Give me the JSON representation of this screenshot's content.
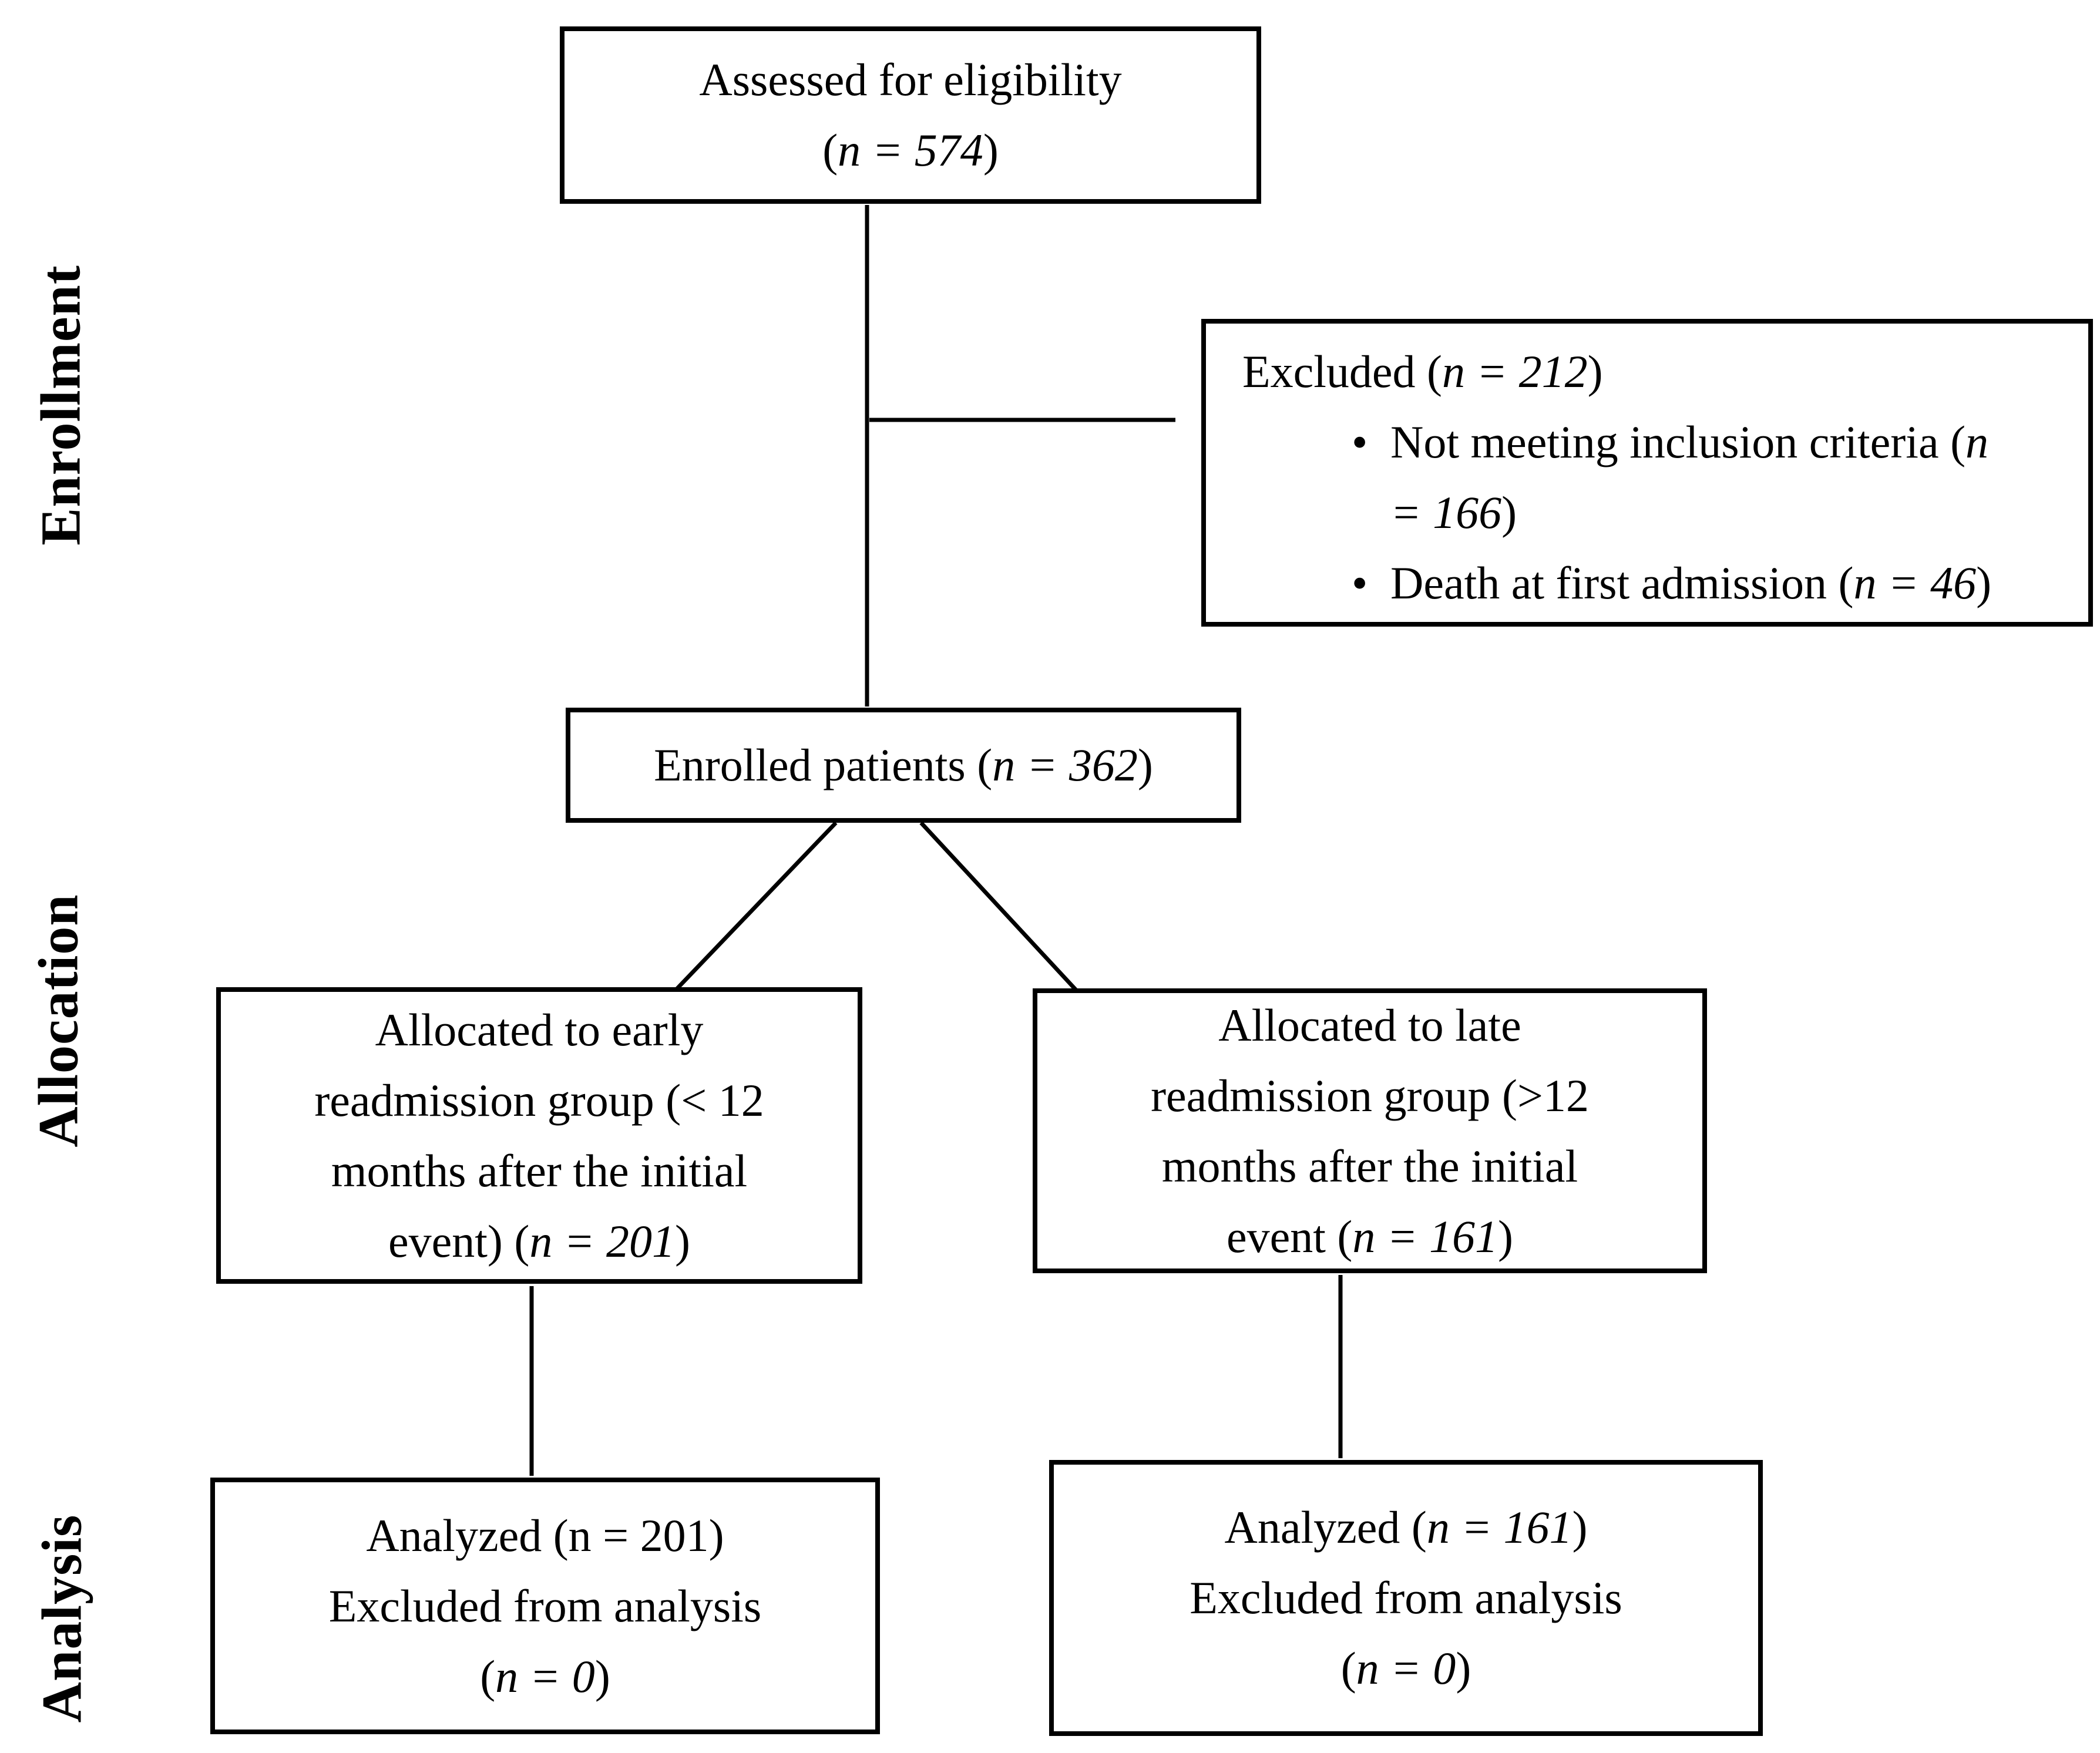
{
  "figure": {
    "kind": "consort-patient-flow-diagram",
    "colors": {
      "ink": "#000000",
      "background": "#ffffff"
    },
    "stages": [
      {
        "label": "Enrollment"
      },
      {
        "label": "Allocation"
      },
      {
        "label": "Analysis"
      }
    ],
    "boxes": {
      "assessed": {
        "lines": [
          "Assessed for eligibility",
          "(*n = 574*)"
        ]
      },
      "excluded": {
        "title_lines": [
          "Excluded (*n = 212*)"
        ],
        "bullets": [
          {
            "lines": [
              "Not meeting inclusion criteria (*n*",
              "*= 166*)"
            ]
          },
          {
            "lines": [
              "Death at first admission (*n = 46*)"
            ]
          }
        ]
      },
      "enrolled": {
        "lines": [
          "Enrolled patients (*n = 362*)"
        ]
      },
      "allocated_early": {
        "lines": [
          "Allocated to early",
          "readmission group (< 12",
          "months after the initial",
          "event) (*n = 201*)"
        ]
      },
      "allocated_late": {
        "lines": [
          "Allocated to late",
          "readmission group (>12",
          "months after the initial",
          "event (*n = 161*)"
        ]
      },
      "analyzed_early": {
        "lines": [
          "Analyzed (n = 201)",
          "Excluded from analysis",
          "(*n = 0*)"
        ]
      },
      "analyzed_late": {
        "lines": [
          "Analyzed (*n = 161*)",
          "Excluded from analysis",
          "(*n = 0*)"
        ]
      }
    },
    "bullet_glyph": "•"
  }
}
